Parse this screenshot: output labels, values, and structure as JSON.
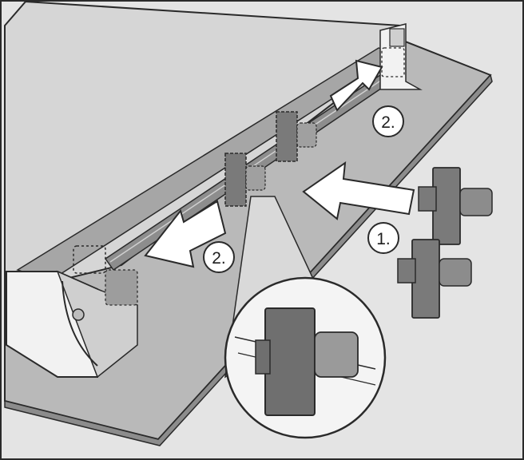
{
  "figure": {
    "steps": {
      "insert": "1.",
      "slide_right": "2.",
      "slide_left": "2."
    }
  },
  "colors": {
    "background": "#e4e4e4",
    "shelf": "#b7b7b7",
    "frame": "#9c9c9c",
    "rail": "#8d8d8d",
    "clip": "#6f6f6f",
    "clip_light": "#9a9a9a",
    "outline": "#2a2a2a",
    "arrow_fill": "#ffffff"
  },
  "icons": [
    "rail-clip-icon",
    "arrow-right-icon",
    "arrow-left-icon",
    "magnifier-callout-icon"
  ]
}
